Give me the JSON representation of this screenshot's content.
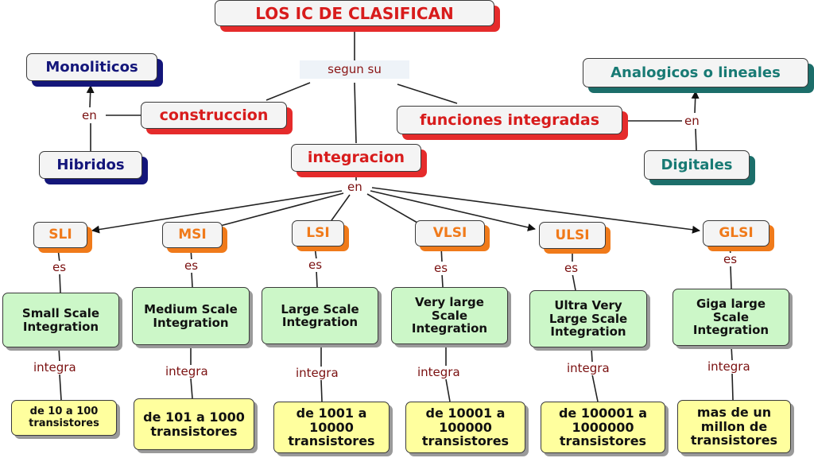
{
  "title": "LOS IC DE CLASIFICAN",
  "link_segun": "segun su",
  "construccion": {
    "label": "construccion",
    "link": "en",
    "types": [
      "Monoliticos",
      "Hibridos"
    ]
  },
  "funciones": {
    "label": "funciones integradas",
    "link": "en",
    "types": [
      "Analogicos o lineales",
      "Digitales"
    ]
  },
  "integracion": {
    "label": "integracion",
    "link": "en",
    "link_es": "es",
    "link_integra": "integra",
    "levels": [
      {
        "abbr": "SLI",
        "name": "Small Scale Integration",
        "range": "de 10 a 100 transistores"
      },
      {
        "abbr": "MSI",
        "name": "Medium Scale Integration",
        "range": "de 101 a 1000 transistores"
      },
      {
        "abbr": "LSI",
        "name": "Large Scale Integration",
        "range": "de 1001 a 10000 transistores"
      },
      {
        "abbr": "VLSI",
        "name": "Very large Scale Integration",
        "range": "de 10001 a 100000 transistores"
      },
      {
        "abbr": "ULSI",
        "name": "Ultra Very Large Scale Integration",
        "range": "de 100001 a 1000000 transistores"
      },
      {
        "abbr": "GLSI",
        "name": "Giga large Scale Integration",
        "range": "mas de un millon de transistores"
      }
    ]
  },
  "colors": {
    "red": "#e52b2b",
    "navy": "#14167a",
    "teal": "#187a74",
    "orange": "#f07a1a",
    "green_fill": "#ccf7c8",
    "yellow_fill": "#ffff9e",
    "link_text": "#7a1010"
  }
}
